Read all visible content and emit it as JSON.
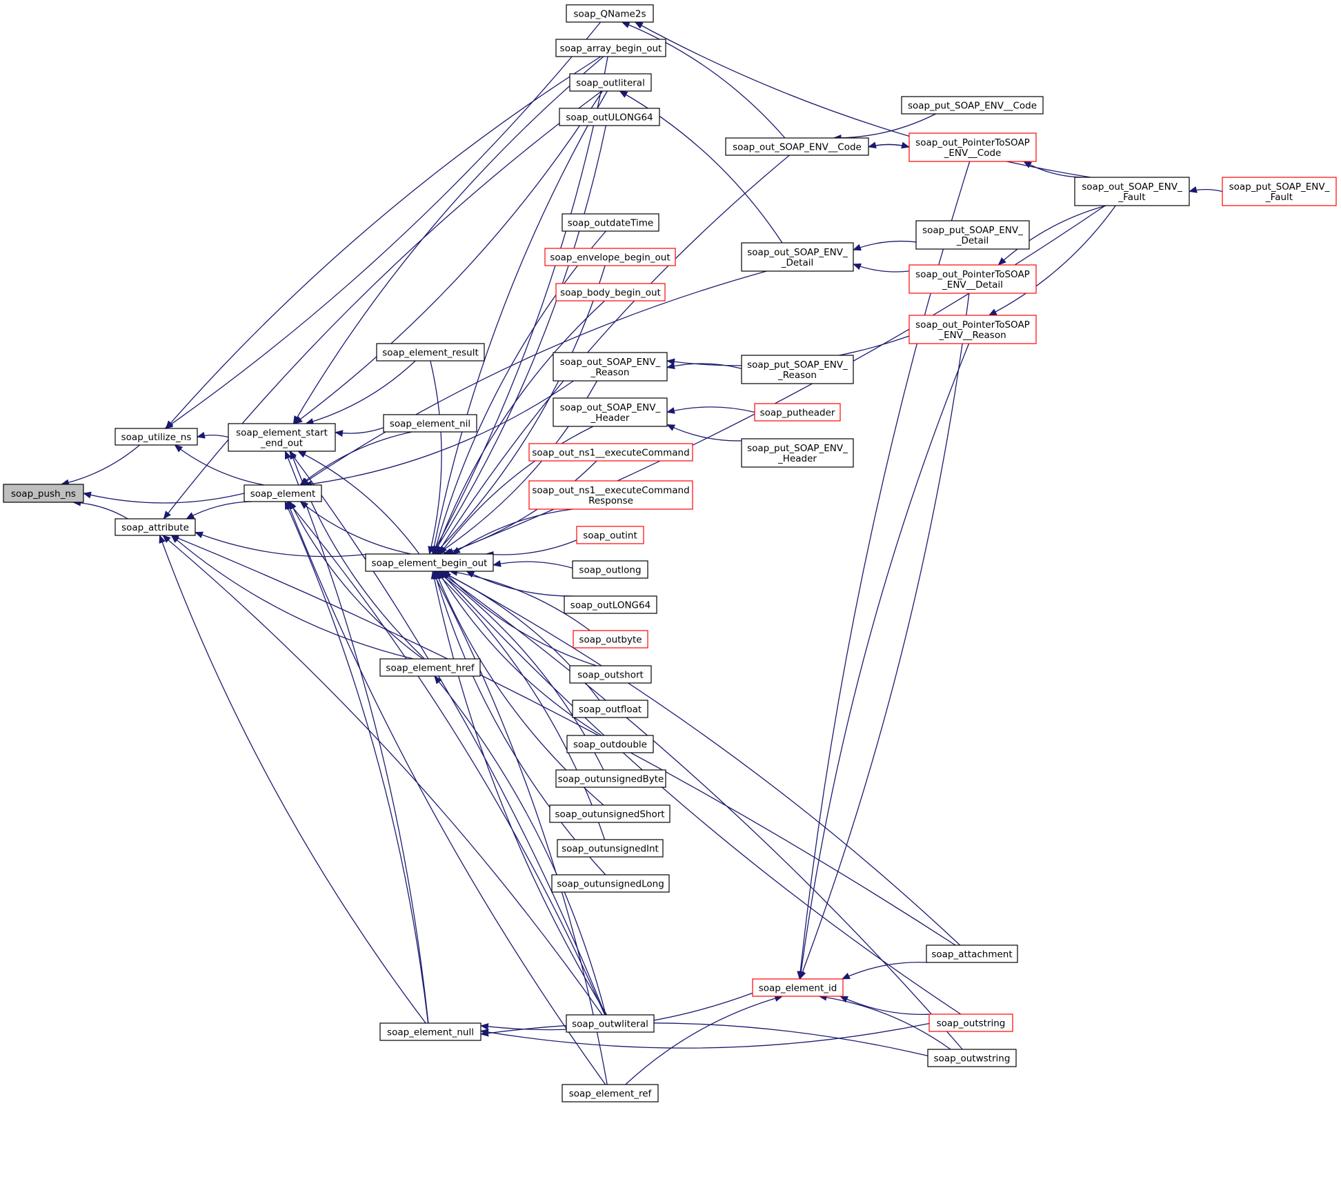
{
  "colors": {
    "edge": "#191970",
    "border_default": "#000000",
    "border_red": "#ff0000",
    "focus_fill": "#bfbfbf",
    "node_fill": "#ffffff"
  },
  "nodes": [
    {
      "id": "push_ns",
      "lines": [
        "soap_push_ns"
      ],
      "style": "focus"
    },
    {
      "id": "utilize_ns",
      "lines": [
        "soap_utilize_ns"
      ]
    },
    {
      "id": "attribute",
      "lines": [
        "soap_attribute"
      ]
    },
    {
      "id": "element",
      "lines": [
        "soap_element"
      ]
    },
    {
      "id": "start_end_out",
      "lines": [
        "soap_element_start",
        "_end_out"
      ]
    },
    {
      "id": "element_result",
      "lines": [
        "soap_element_result"
      ]
    },
    {
      "id": "element_nil",
      "lines": [
        "soap_element_nil"
      ]
    },
    {
      "id": "begin_out",
      "lines": [
        "soap_element_begin_out"
      ]
    },
    {
      "id": "element_href",
      "lines": [
        "soap_element_href"
      ]
    },
    {
      "id": "element_null",
      "lines": [
        "soap_element_null"
      ]
    },
    {
      "id": "qname2s",
      "lines": [
        "soap_QName2s"
      ]
    },
    {
      "id": "array_begin_out",
      "lines": [
        "soap_array_begin_out"
      ]
    },
    {
      "id": "outliteral",
      "lines": [
        "soap_outliteral"
      ]
    },
    {
      "id": "outULONG64",
      "lines": [
        "soap_outULONG64"
      ]
    },
    {
      "id": "outdateTime",
      "lines": [
        "soap_outdateTime"
      ]
    },
    {
      "id": "envelope_begin_out",
      "lines": [
        "soap_envelope_begin_out"
      ],
      "style": "red"
    },
    {
      "id": "body_begin_out",
      "lines": [
        "soap_body_begin_out"
      ],
      "style": "red"
    },
    {
      "id": "out_reason",
      "lines": [
        "soap_out_SOAP_ENV_",
        "_Reason"
      ]
    },
    {
      "id": "out_header",
      "lines": [
        "soap_out_SOAP_ENV_",
        "_Header"
      ]
    },
    {
      "id": "out_ns1_cmd",
      "lines": [
        "soap_out_ns1__executeCommand"
      ],
      "style": "red"
    },
    {
      "id": "out_ns1_cmd_resp",
      "lines": [
        "soap_out_ns1__executeCommand",
        "Response"
      ],
      "style": "red"
    },
    {
      "id": "outint",
      "lines": [
        "soap_outint"
      ],
      "style": "red"
    },
    {
      "id": "outlong",
      "lines": [
        "soap_outlong"
      ]
    },
    {
      "id": "outLONG64",
      "lines": [
        "soap_outLONG64"
      ]
    },
    {
      "id": "outbyte",
      "lines": [
        "soap_outbyte"
      ],
      "style": "red"
    },
    {
      "id": "outshort",
      "lines": [
        "soap_outshort"
      ]
    },
    {
      "id": "outfloat",
      "lines": [
        "soap_outfloat"
      ]
    },
    {
      "id": "outdouble",
      "lines": [
        "soap_outdouble"
      ]
    },
    {
      "id": "outunsignedByte",
      "lines": [
        "soap_outunsignedByte"
      ]
    },
    {
      "id": "outunsignedShort",
      "lines": [
        "soap_outunsignedShort"
      ]
    },
    {
      "id": "outunsignedInt",
      "lines": [
        "soap_outunsignedInt"
      ]
    },
    {
      "id": "outunsignedLong",
      "lines": [
        "soap_outunsignedLong"
      ]
    },
    {
      "id": "outwliteral",
      "lines": [
        "soap_outwliteral"
      ]
    },
    {
      "id": "element_ref",
      "lines": [
        "soap_element_ref"
      ]
    },
    {
      "id": "out_code",
      "lines": [
        "soap_out_SOAP_ENV__Code"
      ]
    },
    {
      "id": "out_detail",
      "lines": [
        "soap_out_SOAP_ENV_",
        "_Detail"
      ]
    },
    {
      "id": "put_reason",
      "lines": [
        "soap_put_SOAP_ENV_",
        "_Reason"
      ]
    },
    {
      "id": "putheader",
      "lines": [
        "soap_putheader"
      ],
      "style": "red"
    },
    {
      "id": "put_header",
      "lines": [
        "soap_put_SOAP_ENV_",
        "_Header"
      ]
    },
    {
      "id": "element_id",
      "lines": [
        "soap_element_id"
      ],
      "style": "red"
    },
    {
      "id": "put_code",
      "lines": [
        "soap_put_SOAP_ENV__Code"
      ]
    },
    {
      "id": "ptr_code",
      "lines": [
        "soap_out_PointerToSOAP",
        "_ENV__Code"
      ],
      "style": "red"
    },
    {
      "id": "put_detail",
      "lines": [
        "soap_put_SOAP_ENV_",
        "_Detail"
      ]
    },
    {
      "id": "ptr_detail",
      "lines": [
        "soap_out_PointerToSOAP",
        "_ENV__Detail"
      ],
      "style": "red"
    },
    {
      "id": "ptr_reason",
      "lines": [
        "soap_out_PointerToSOAP",
        "_ENV__Reason"
      ],
      "style": "red"
    },
    {
      "id": "attachment",
      "lines": [
        "soap_attachment"
      ]
    },
    {
      "id": "outstring",
      "lines": [
        "soap_outstring"
      ],
      "style": "red"
    },
    {
      "id": "outwstring",
      "lines": [
        "soap_outwstring"
      ]
    },
    {
      "id": "out_fault",
      "lines": [
        "soap_out_SOAP_ENV_",
        "_Fault"
      ]
    },
    {
      "id": "put_fault",
      "lines": [
        "soap_put_SOAP_ENV_",
        "_Fault"
      ],
      "style": "red"
    }
  ],
  "edges": [
    [
      "utilize_ns",
      "push_ns"
    ],
    [
      "attribute",
      "push_ns"
    ],
    [
      "element",
      "push_ns"
    ],
    [
      "start_end_out",
      "utilize_ns"
    ],
    [
      "element",
      "utilize_ns"
    ],
    [
      "array_begin_out",
      "utilize_ns"
    ],
    [
      "qname2s",
      "utilize_ns"
    ],
    [
      "element",
      "attribute"
    ],
    [
      "begin_out",
      "attribute"
    ],
    [
      "outliteral",
      "attribute"
    ],
    [
      "element_href",
      "attribute"
    ],
    [
      "outwliteral",
      "attribute"
    ],
    [
      "element_null",
      "attribute"
    ],
    [
      "attachment",
      "attribute"
    ],
    [
      "begin_out",
      "element"
    ],
    [
      "out_detail",
      "element"
    ],
    [
      "out_reason",
      "element"
    ],
    [
      "element_nil",
      "element"
    ],
    [
      "element_href",
      "element"
    ],
    [
      "element_null",
      "element"
    ],
    [
      "element_ref",
      "element"
    ],
    [
      "outwliteral",
      "element"
    ],
    [
      "element_result",
      "start_end_out"
    ],
    [
      "array_begin_out",
      "start_end_out"
    ],
    [
      "element_nil",
      "start_end_out"
    ],
    [
      "begin_out",
      "start_end_out"
    ],
    [
      "element_href",
      "start_end_out"
    ],
    [
      "element_null",
      "start_end_out"
    ],
    [
      "outliteral",
      "start_end_out"
    ],
    [
      "outwliteral",
      "start_end_out"
    ],
    [
      "array_begin_out",
      "begin_out"
    ],
    [
      "outliteral",
      "begin_out"
    ],
    [
      "outULONG64",
      "begin_out"
    ],
    [
      "out_code",
      "begin_out"
    ],
    [
      "out_fault",
      "begin_out"
    ],
    [
      "outdateTime",
      "begin_out"
    ],
    [
      "envelope_begin_out",
      "begin_out"
    ],
    [
      "body_begin_out",
      "begin_out"
    ],
    [
      "out_reason",
      "begin_out"
    ],
    [
      "out_header",
      "begin_out"
    ],
    [
      "out_ns1_cmd",
      "begin_out"
    ],
    [
      "out_ns1_cmd_resp",
      "begin_out"
    ],
    [
      "outint",
      "begin_out"
    ],
    [
      "outlong",
      "begin_out"
    ],
    [
      "outLONG64",
      "begin_out"
    ],
    [
      "outbyte",
      "begin_out"
    ],
    [
      "outshort",
      "begin_out"
    ],
    [
      "outfloat",
      "begin_out"
    ],
    [
      "outdouble",
      "begin_out"
    ],
    [
      "outunsignedByte",
      "begin_out"
    ],
    [
      "outunsignedShort",
      "begin_out"
    ],
    [
      "outunsignedInt",
      "begin_out"
    ],
    [
      "outunsignedLong",
      "begin_out"
    ],
    [
      "attachment",
      "begin_out"
    ],
    [
      "outstring",
      "begin_out"
    ],
    [
      "outwstring",
      "begin_out"
    ],
    [
      "outwliteral",
      "begin_out"
    ],
    [
      "element_ref",
      "begin_out"
    ],
    [
      "element_result",
      "begin_out"
    ],
    [
      "outwliteral",
      "element_href"
    ],
    [
      "outstring",
      "element_null"
    ],
    [
      "outwstring",
      "element_null"
    ],
    [
      "element_id",
      "element_null"
    ],
    [
      "out_code",
      "qname2s"
    ],
    [
      "out_fault",
      "qname2s"
    ],
    [
      "out_detail",
      "outliteral"
    ],
    [
      "put_code",
      "out_code"
    ],
    [
      "ptr_code",
      "out_code"
    ],
    [
      "out_code",
      "ptr_code"
    ],
    [
      "put_detail",
      "out_detail"
    ],
    [
      "ptr_detail",
      "out_detail"
    ],
    [
      "put_reason",
      "out_reason"
    ],
    [
      "ptr_reason",
      "out_reason"
    ],
    [
      "putheader",
      "out_header"
    ],
    [
      "put_header",
      "out_header"
    ],
    [
      "attachment",
      "element_id"
    ],
    [
      "outstring",
      "element_id"
    ],
    [
      "outwstring",
      "element_id"
    ],
    [
      "element_ref",
      "element_id"
    ],
    [
      "ptr_code",
      "element_id"
    ],
    [
      "ptr_detail",
      "element_id"
    ],
    [
      "ptr_reason",
      "element_id"
    ],
    [
      "out_fault",
      "ptr_code"
    ],
    [
      "out_fault",
      "ptr_detail"
    ],
    [
      "out_fault",
      "ptr_reason"
    ],
    [
      "put_fault",
      "out_fault"
    ]
  ]
}
